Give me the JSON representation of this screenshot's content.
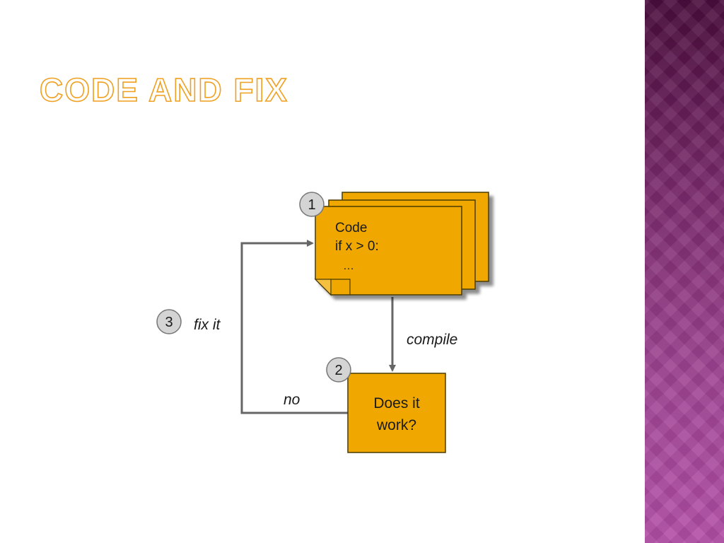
{
  "slide": {
    "title": "Code and Fix"
  },
  "diagram": {
    "code_box": {
      "step": "1",
      "line1": "Code",
      "line2": "if x > 0:",
      "line3": "…"
    },
    "check_box": {
      "step": "2",
      "line1": "Does it",
      "line2": "work?"
    },
    "fix_step": {
      "step": "3",
      "label": "fix it"
    },
    "edge_compile": "compile",
    "edge_no": "no"
  },
  "colors": {
    "box_fill": "#f0a800",
    "box_stroke": "#4a3a00",
    "arrow": "#666666",
    "badge_fill": "#d4d4d4",
    "title_outline": "#f0a020",
    "side_band": "#8a3a7c"
  }
}
